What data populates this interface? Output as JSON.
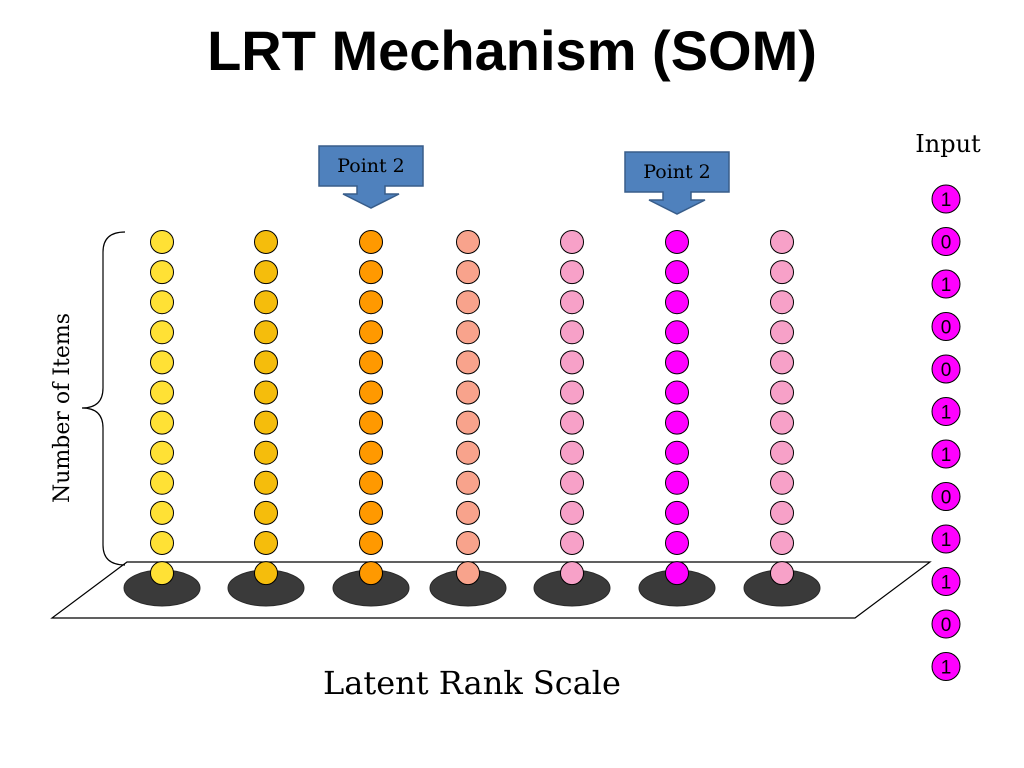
{
  "title": "LRT Mechanism (SOM)",
  "input_label": "Input",
  "input_values": [
    "1",
    "0",
    "1",
    "0",
    "0",
    "1",
    "1",
    "0",
    "1",
    "1",
    "0",
    "1"
  ],
  "y_label": "Number of Items",
  "x_label": "Latent Rank Scale",
  "callouts": [
    {
      "text": "Point 2",
      "column": 3
    },
    {
      "text": "Point 2",
      "column": 6
    }
  ],
  "columns": [
    {
      "rank": 1,
      "color": "#FFE135"
    },
    {
      "rank": 2,
      "color": "#F5BD0C"
    },
    {
      "rank": 3,
      "color": "#FF9900"
    },
    {
      "rank": 4,
      "color": "#F8A38C"
    },
    {
      "rank": 5,
      "color": "#F7A1C8"
    },
    {
      "rank": 6,
      "color": "#FF00FF"
    },
    {
      "rank": 7,
      "color": "#F7A1C8"
    }
  ],
  "items_per_column": 12,
  "colors": {
    "callout_fill": "#4F81BD",
    "callout_stroke": "#385D8A",
    "input_fill": "#FF00FF",
    "base_ellipse": "#3A3A3A"
  }
}
